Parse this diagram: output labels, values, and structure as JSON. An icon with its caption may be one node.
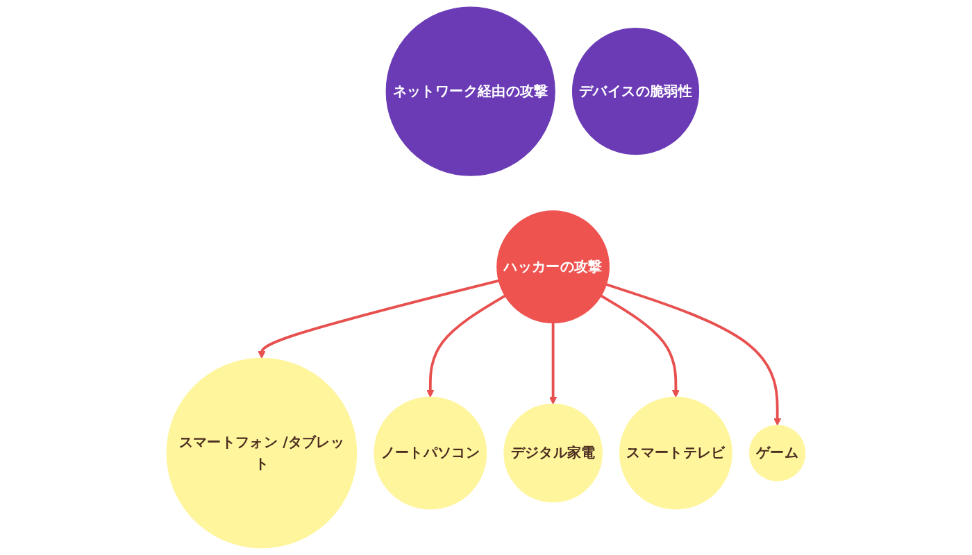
{
  "diagram": {
    "nodes": [
      {
        "text": [
          "ネットワーク経由の攻撃"
        ]
      },
      {
        "text": [
          "ハッカーの攻撃"
        ]
      },
      {
        "text": [
          "デバイスの脆弱性"
        ]
      },
      {
        "text": [
          "スマートフォン /タブレット"
        ]
      },
      {
        "text": [
          "ノートパソコン"
        ]
      },
      {
        "text": [
          "デジタル家電"
        ]
      },
      {
        "text": [
          "スマートテレビ"
        ]
      },
      {
        "text": [
          "ゲーム"
        ]
      }
    ],
    "edges": [
      {
        "from": 1,
        "to": 3,
        "arrow": "to"
      },
      {
        "from": 1,
        "to": 4,
        "arrow": "to"
      },
      {
        "from": 1,
        "to": 5,
        "arrow": "to"
      },
      {
        "from": 1,
        "to": 6,
        "arrow": "to"
      },
      {
        "from": 1,
        "to": 7,
        "arrow": "to"
      }
    ]
  }
}
